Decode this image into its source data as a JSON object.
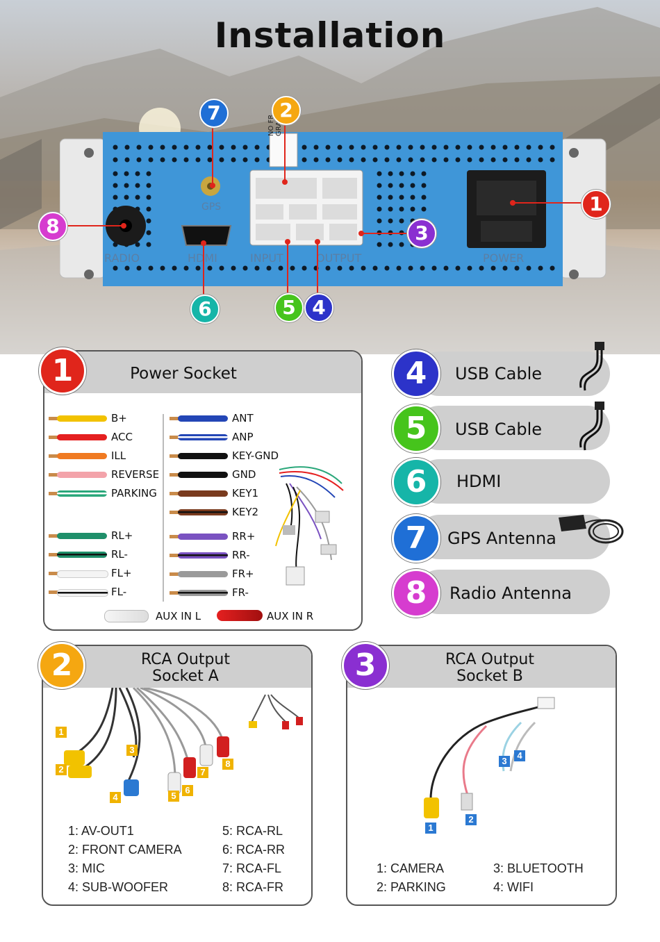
{
  "title": "Installation",
  "unit": {
    "labels": {
      "radio": "RADIO",
      "hdmi": "HDMI",
      "gps": "GPS",
      "input": "INPUT",
      "output": "OUTPUT",
      "power": "POWER",
      "sticker_line1": "NO FR",
      "sticker_line2": "GRAN"
    }
  },
  "callouts": [
    {
      "number": "1",
      "color": "#e0251b"
    },
    {
      "number": "2",
      "color": "#f5a711"
    },
    {
      "number": "3",
      "color": "#8a2fd1"
    },
    {
      "number": "4",
      "color": "#2c33c9"
    },
    {
      "number": "5",
      "color": "#46c41c"
    },
    {
      "number": "6",
      "color": "#16b5a8"
    },
    {
      "number": "7",
      "color": "#1f6fd6"
    },
    {
      "number": "8",
      "color": "#d63ccf"
    }
  ],
  "power_socket": {
    "number": "1",
    "title": "Power Socket",
    "left_wires": [
      {
        "label": "B+",
        "color": "#f2c200"
      },
      {
        "label": "ACC",
        "color": "#e52020"
      },
      {
        "label": "ILL",
        "color": "#f07a22"
      },
      {
        "label": "REVERSE",
        "color": "#f3a3aa"
      },
      {
        "label": "PARKING",
        "color": "#2aa77a",
        "stripe": "#ffffff"
      },
      {
        "label": "RL+",
        "color": "#1f8f6a"
      },
      {
        "label": "RL-",
        "color": "#1f8f6a",
        "stripe": "#111111"
      },
      {
        "label": "FL+",
        "color": "#f4f4f4"
      },
      {
        "label": "FL-",
        "color": "#f4f4f4",
        "stripe": "#111111"
      }
    ],
    "right_wires": [
      {
        "label": "ANT",
        "color": "#2346b6"
      },
      {
        "label": "ANP",
        "color": "#2346b6",
        "stripe": "#ffffff"
      },
      {
        "label": "KEY-GND",
        "color": "#111111"
      },
      {
        "label": "GND",
        "color": "#111111"
      },
      {
        "label": "KEY1",
        "color": "#7a3b1e"
      },
      {
        "label": "KEY2",
        "color": "#7a3b1e",
        "stripe": "#111111"
      },
      {
        "label": "RR+",
        "color": "#7a52c1"
      },
      {
        "label": "RR-",
        "color": "#7a52c1",
        "stripe": "#111111"
      },
      {
        "label": "FR+",
        "color": "#9a9a9a"
      },
      {
        "label": "FR-",
        "color": "#9a9a9a",
        "stripe": "#111111"
      }
    ],
    "aux_left": "AUX IN L",
    "aux_right": "AUX IN R"
  },
  "side_items": [
    {
      "number": "4",
      "label": "USB Cable",
      "color": "#2c33c9",
      "icon": "usb-cable-icon"
    },
    {
      "number": "5",
      "label": "USB Cable",
      "color": "#46c41c",
      "icon": "usb-cable-icon"
    },
    {
      "number": "6",
      "label": "HDMI",
      "color": "#16b5a8",
      "icon": ""
    },
    {
      "number": "7",
      "label": "GPS Antenna",
      "color": "#1f6fd6",
      "icon": "gps-antenna-icon"
    },
    {
      "number": "8",
      "label": "Radio Antenna",
      "color": "#d63ccf",
      "icon": ""
    }
  ],
  "rca_a": {
    "number": "2",
    "title_line1": "RCA Output",
    "title_line2": "Socket A",
    "tags": [
      "1",
      "2",
      "3",
      "4",
      "5",
      "6",
      "7",
      "8"
    ],
    "legend_left": [
      "1: AV-OUT1",
      "2: FRONT CAMERA",
      "3: MIC",
      "4: SUB-WOOFER"
    ],
    "legend_right": [
      "5: RCA-RL",
      "6: RCA-RR",
      "7: RCA-FL",
      "8: RCA-FR"
    ]
  },
  "rca_b": {
    "number": "3",
    "title_line1": "RCA Output",
    "title_line2": "Socket B",
    "tags": [
      "1",
      "2",
      "3",
      "4"
    ],
    "legend_left": [
      "1: CAMERA",
      "2: PARKING"
    ],
    "legend_right": [
      "3: BLUETOOTH",
      "4: WIFI"
    ]
  }
}
